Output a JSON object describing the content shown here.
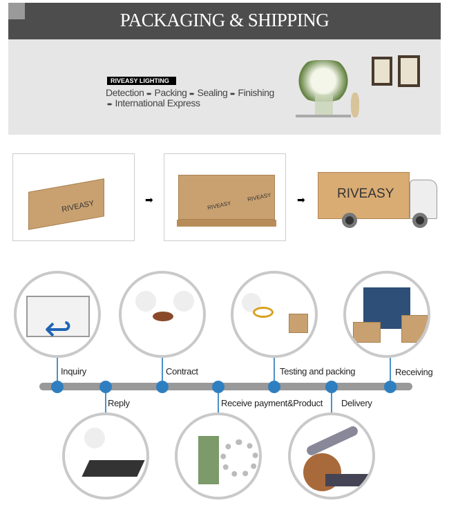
{
  "header": {
    "title": "PACKAGING & SHIPPING"
  },
  "banner": {
    "badge": "RIVEASY LIGHTING",
    "steps": [
      "Detection",
      "Packing",
      "Sealing",
      "Finishing",
      "International Express"
    ],
    "arrow": "➨"
  },
  "packaging": {
    "box_brand": "RIVEASY",
    "truck_brand": "RIVEASY",
    "arrow": "➡"
  },
  "process": {
    "top": [
      "Inquiry",
      "Contract",
      "Testing and packing",
      "Receiving"
    ],
    "bottom": [
      "Reply",
      "Receive payment&Product",
      "Delivery"
    ]
  },
  "colors": {
    "header": "#4d4d4d",
    "banner": "#e6e6e6",
    "dot": "#2f7fc0",
    "timeline": "#999999"
  }
}
